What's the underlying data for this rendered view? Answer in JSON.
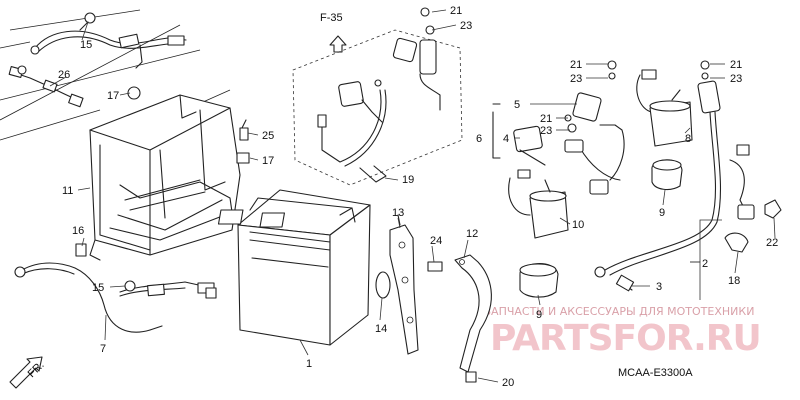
{
  "diagram": {
    "ref_label": "F-35",
    "direction_label": "FR.",
    "code": "MCAA-E3300A"
  },
  "watermark": {
    "line1": "ЗАПЧАСТИ И АКСЕССУАРЫ ДЛЯ МОТОТЕХНИКИ",
    "line2": "PARTSFOR.RU"
  },
  "callouts": {
    "c1": "1",
    "c2": "2",
    "c3": "3",
    "c4": "4",
    "c5": "5",
    "c6": "6",
    "c7": "7",
    "c8": "8",
    "c9a": "9",
    "c9b": "9",
    "c10": "10",
    "c11": "11",
    "c12": "12",
    "c13": "13",
    "c14": "14",
    "c15a": "15",
    "c15b": "15",
    "c16": "16",
    "c17a": "17",
    "c17b": "17",
    "c18": "18",
    "c19": "19",
    "c20": "20",
    "c21a": "21",
    "c21b": "21",
    "c21c": "21",
    "c21d": "21",
    "c22": "22",
    "c23a": "23",
    "c23b": "23",
    "c23c": "23",
    "c23d": "23",
    "c24": "24",
    "c25": "25",
    "c26": "26"
  }
}
